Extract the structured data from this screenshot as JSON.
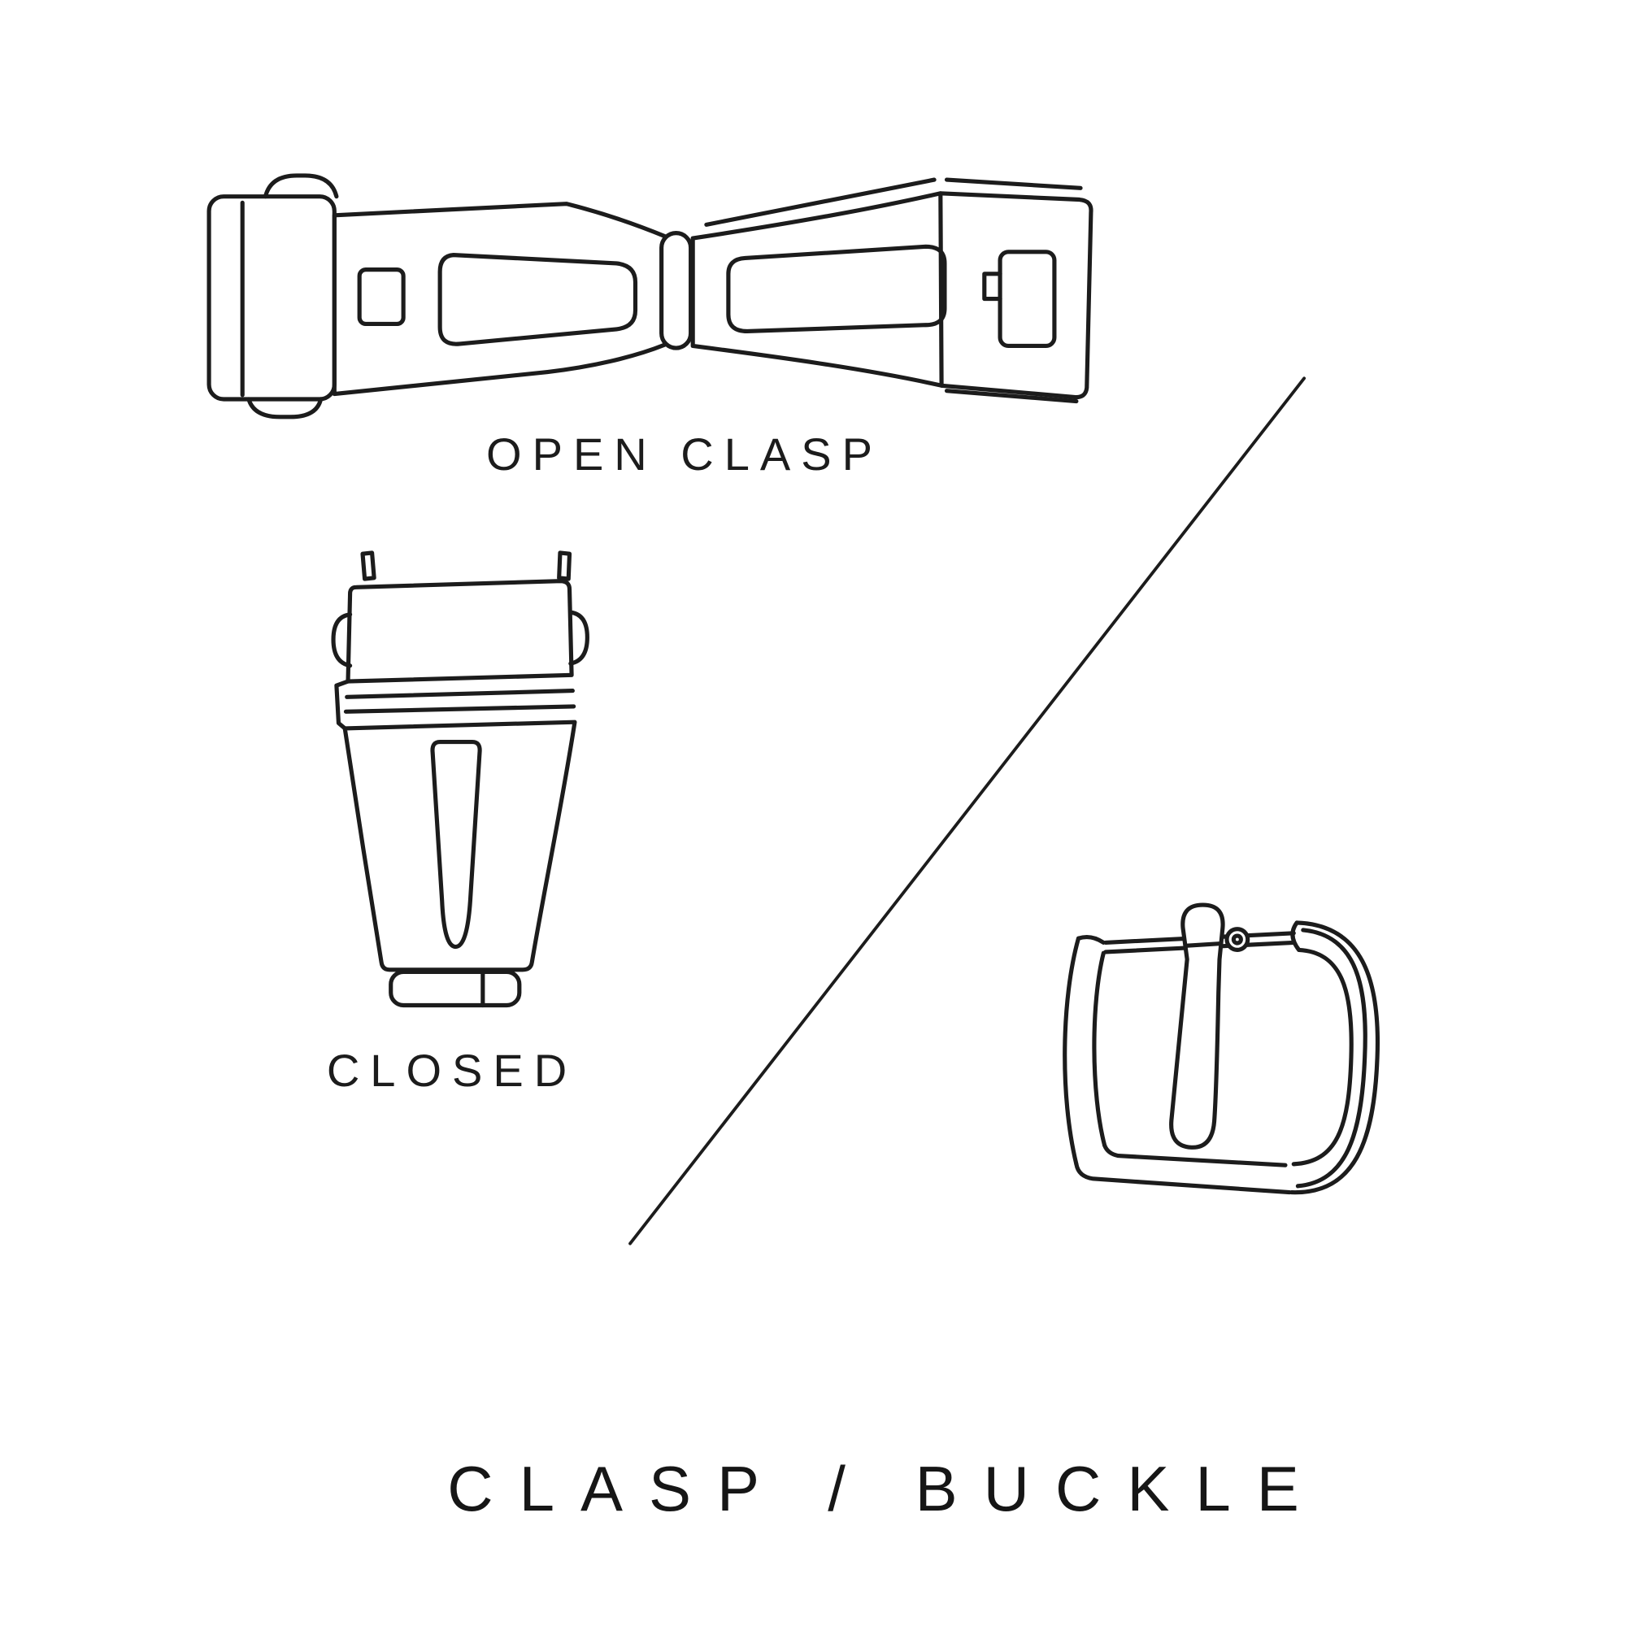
{
  "page": {
    "background_color": "#ffffff",
    "line_color": "#1c1c1c",
    "kind": "watch-strap-hardware-diagram"
  },
  "labels": {
    "open_clasp": "OPEN CLASP",
    "closed": "CLOSED",
    "title": "CLASP / BUCKLE"
  },
  "figures": [
    {
      "name": "open-clasp",
      "caption": "OPEN CLASP"
    },
    {
      "name": "closed-clasp",
      "caption": "CLOSED"
    },
    {
      "name": "tang-buckle",
      "caption": ""
    }
  ]
}
